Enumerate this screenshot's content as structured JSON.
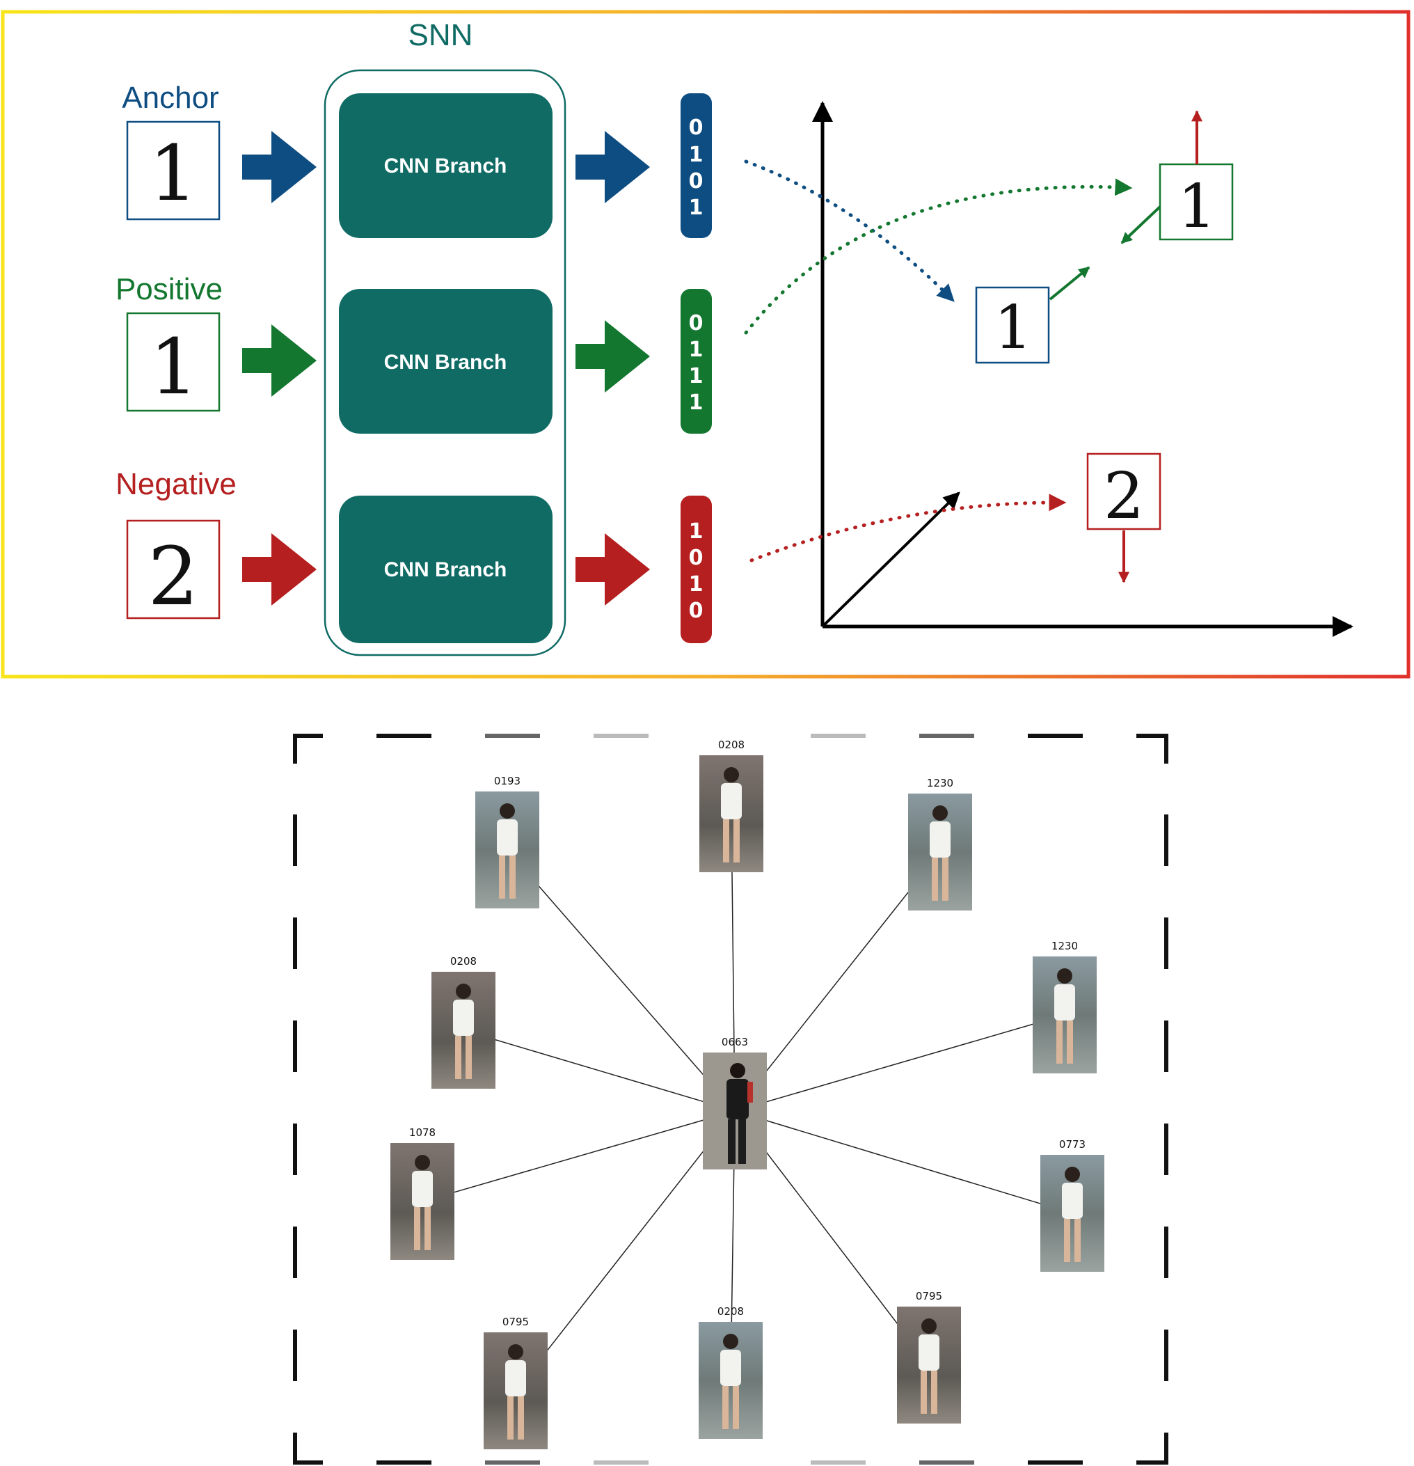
{
  "top_panel": {
    "snn_label": "SNN",
    "rows": [
      {
        "role": "Anchor",
        "digit": "1",
        "branch_label": "CNN Branch",
        "bits": [
          "0",
          "1",
          "0",
          "1"
        ],
        "color": "#0e4d82"
      },
      {
        "role": "Positive",
        "digit": "1",
        "branch_label": "CNN Branch",
        "bits": [
          "0",
          "1",
          "1",
          "1"
        ],
        "color": "#13772f"
      },
      {
        "role": "Negative",
        "digit": "2",
        "branch_label": "CNN Branch",
        "bits": [
          "1",
          "0",
          "1",
          "0"
        ],
        "color": "#b51f1f"
      }
    ],
    "embedding_space": {
      "anchor_digit": "1",
      "positive_digit": "1",
      "negative_digit": "2"
    },
    "colors": {
      "branch_fill": "#0f6b64",
      "snn_text": "#0f6b64",
      "border_gradient": [
        "#f5e010",
        "#f3a52a",
        "#e0302c"
      ]
    }
  },
  "bottom_panel": {
    "center": {
      "id": "0663"
    },
    "neighbors": [
      {
        "id": "0193"
      },
      {
        "id": "0208"
      },
      {
        "id": "1230"
      },
      {
        "id": "0208"
      },
      {
        "id": "1230"
      },
      {
        "id": "1078"
      },
      {
        "id": "0773"
      },
      {
        "id": "0795"
      },
      {
        "id": "0208"
      },
      {
        "id": "0795"
      }
    ]
  }
}
